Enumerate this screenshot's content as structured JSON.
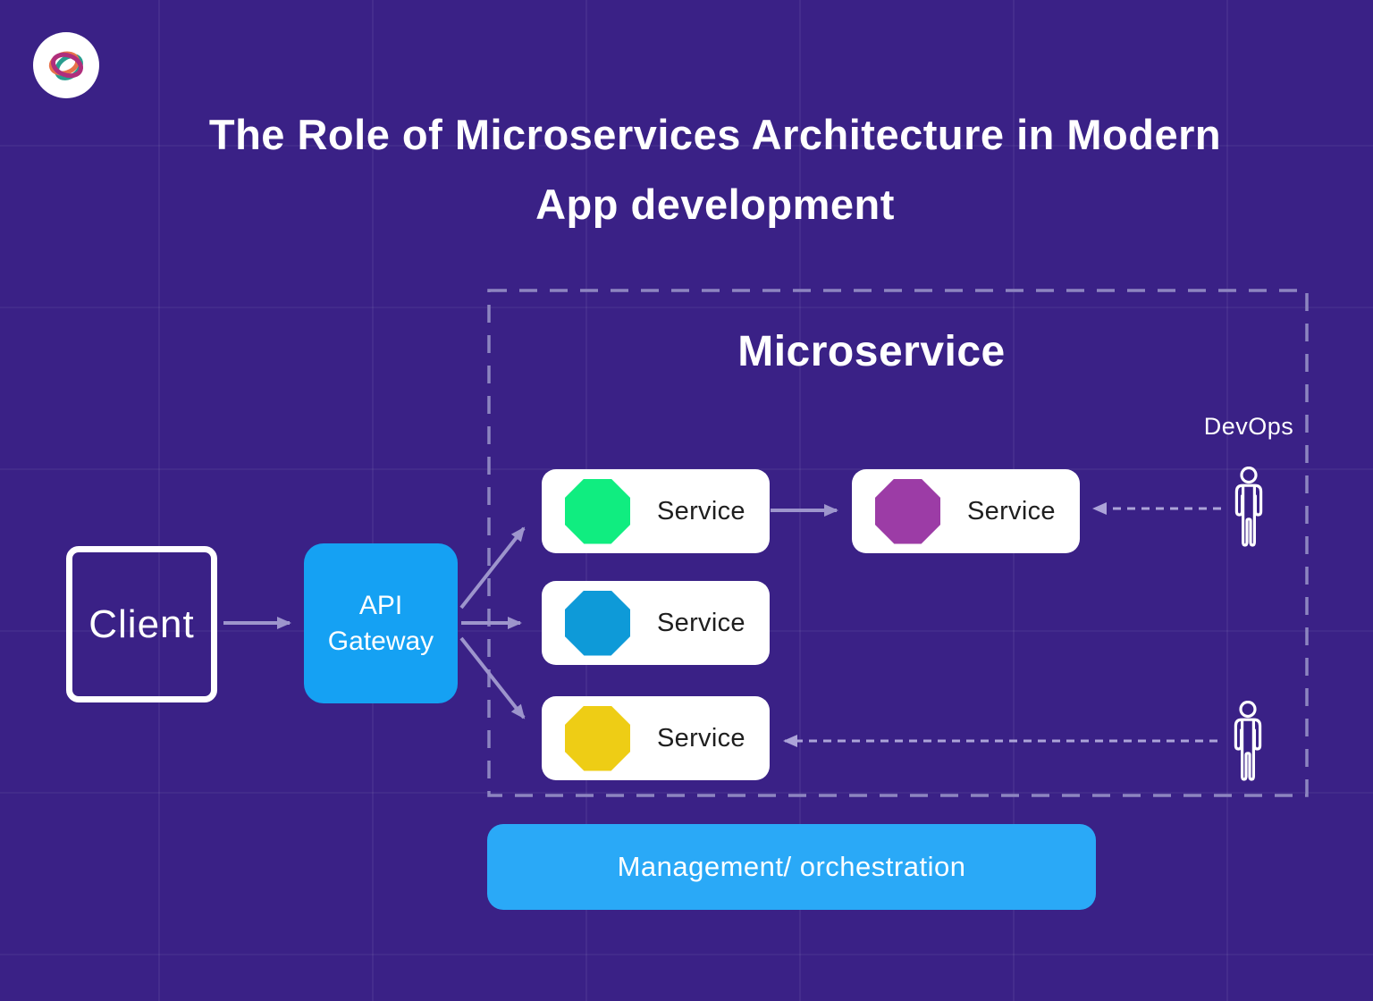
{
  "header": {
    "title_line1": "The Role of Microservices Architecture in Modern",
    "title_line2": "App development"
  },
  "diagram": {
    "container_title": "Microservice",
    "devops_label": "DevOps",
    "client_label": "Client",
    "gateway_label": "API Gateway",
    "services": [
      {
        "label": "Service",
        "icon": "octagon",
        "color": "#10ED80"
      },
      {
        "label": "Service",
        "icon": "octagon",
        "color": "#0E9AD8"
      },
      {
        "label": "Service",
        "icon": "octagon",
        "color": "#EECD15"
      },
      {
        "label": "Service",
        "icon": "octagon",
        "color": "#9C3CA6"
      }
    ],
    "management_label": "Management/ orchestration"
  },
  "colors": {
    "background": "#3A2186",
    "gateway_blue": "#15A1F3",
    "management_blue": "#2AA9F7",
    "arrow": "#9D95CC",
    "dashed_arrow": "#ACA4D8",
    "dashed_border": "#8D85C0",
    "service_text": "#1F1F1F",
    "text_white": "#FFFFFF",
    "logo_orange": "#E8734A",
    "logo_magenta": "#B02E7C",
    "logo_teal": "#2A9D8F"
  }
}
